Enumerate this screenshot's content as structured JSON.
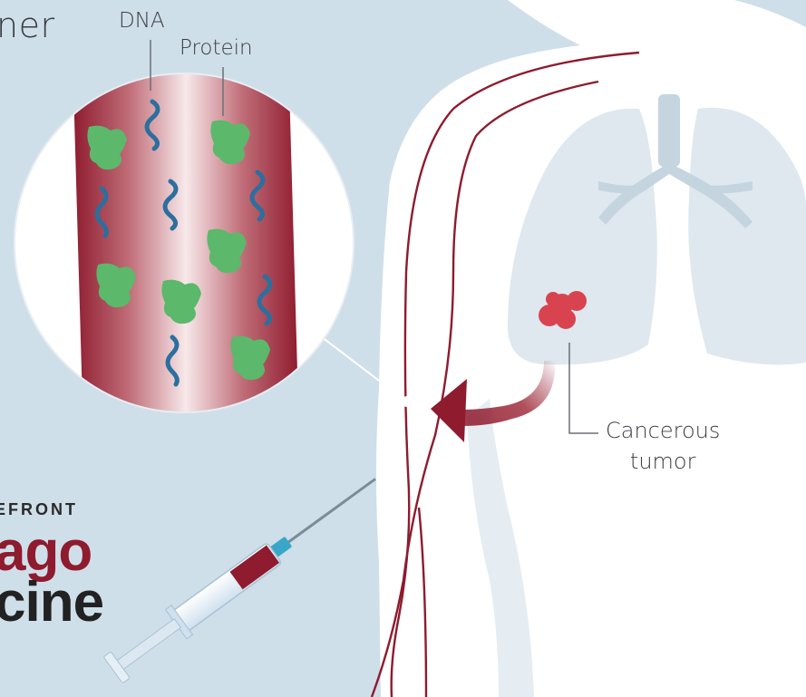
{
  "header": {
    "title_fragment": "ner"
  },
  "callout": {
    "dna_label": "DNA",
    "protein_label": "Protein"
  },
  "tumor": {
    "label_line1": "Cancerous",
    "label_line2": "tumor"
  },
  "brand": {
    "kicker": "EFRONT",
    "line1": "ago",
    "line2": "cine"
  },
  "colors": {
    "background": "#cfdfe9",
    "body": "#ffffff",
    "vessel_red": "#8e1b2e",
    "tumor": "#d9434f",
    "dna": "#2b6f9e",
    "protein": "#5cb86a",
    "lung": "#dfe8ef"
  }
}
